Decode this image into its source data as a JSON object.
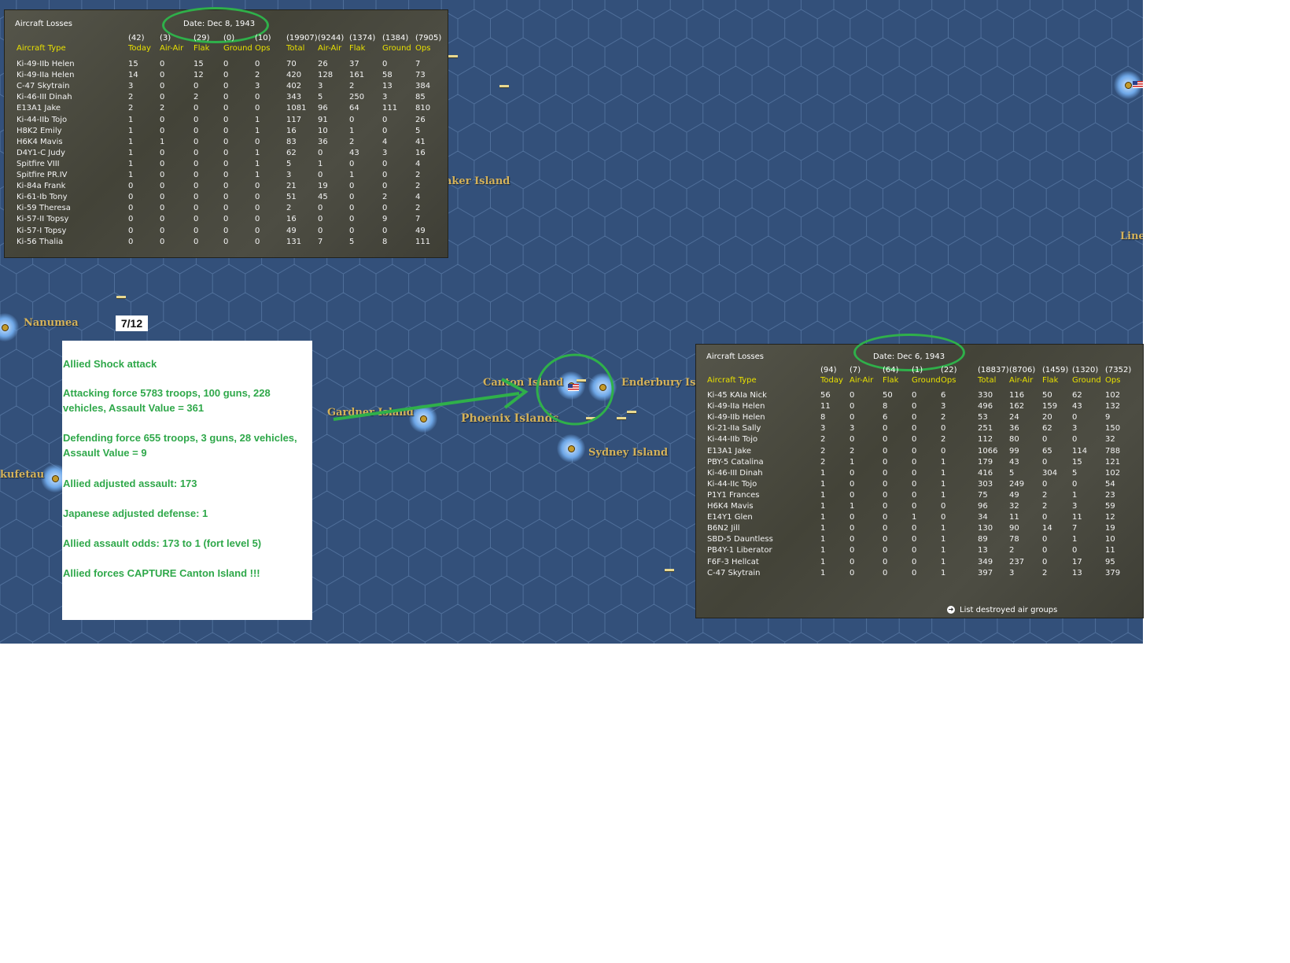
{
  "turn_label": "7/12",
  "map": {
    "locations": [
      {
        "key": "baker",
        "label": "aker Island"
      },
      {
        "key": "line",
        "label": "Line"
      },
      {
        "key": "nanumea",
        "label": "Nanumea"
      },
      {
        "key": "kufetau",
        "label": "kufetau"
      },
      {
        "key": "canton",
        "label": "Canton Island"
      },
      {
        "key": "enderbury",
        "label": "Enderbury Isla"
      },
      {
        "key": "gardner",
        "label": "Gardner Island"
      },
      {
        "key": "phoenix",
        "label": "Phoenix Islands"
      },
      {
        "key": "sydney",
        "label": "Sydney Island"
      }
    ]
  },
  "note": {
    "lines": [
      "Allied Shock attack",
      "Attacking force 5783 troops, 100 guns, 228 vehicles, Assault Value = 361",
      "Defending force 655 troops, 3 guns, 28 vehicles, Assault Value = 9",
      "Allied adjusted assault: 173",
      "Japanese adjusted defense: 1",
      "Allied assault odds: 173 to 1 (fort level 5)",
      "Allied forces CAPTURE Canton Island !!!"
    ]
  },
  "panel_top": {
    "title": "Aircraft Losses",
    "date": "Date: Dec 8, 1943",
    "totals": [
      "(42)",
      "(3)",
      "(29)",
      "(0)",
      "(10)",
      "(19907)",
      "(9244)",
      "(1374)",
      "(1384)",
      "(7905)"
    ],
    "columns": [
      "Aircraft Type",
      "Today",
      "Air-Air",
      "Flak",
      "Ground",
      "Ops",
      "Total",
      "Air-Air",
      "Flak",
      "Ground",
      "Ops"
    ],
    "rows": [
      [
        "Ki-49-IIb Helen",
        "15",
        "0",
        "15",
        "0",
        "0",
        "70",
        "26",
        "37",
        "0",
        "7"
      ],
      [
        "Ki-49-IIa Helen",
        "14",
        "0",
        "12",
        "0",
        "2",
        "420",
        "128",
        "161",
        "58",
        "73"
      ],
      [
        "C-47 Skytrain",
        "3",
        "0",
        "0",
        "0",
        "3",
        "402",
        "3",
        "2",
        "13",
        "384"
      ],
      [
        "Ki-46-III Dinah",
        "2",
        "0",
        "2",
        "0",
        "0",
        "343",
        "5",
        "250",
        "3",
        "85"
      ],
      [
        "E13A1 Jake",
        "2",
        "2",
        "0",
        "0",
        "0",
        "1081",
        "96",
        "64",
        "111",
        "810"
      ],
      [
        "Ki-44-IIb Tojo",
        "1",
        "0",
        "0",
        "0",
        "1",
        "117",
        "91",
        "0",
        "0",
        "26"
      ],
      [
        "H8K2 Emily",
        "1",
        "0",
        "0",
        "0",
        "1",
        "16",
        "10",
        "1",
        "0",
        "5"
      ],
      [
        "H6K4 Mavis",
        "1",
        "1",
        "0",
        "0",
        "0",
        "83",
        "36",
        "2",
        "4",
        "41"
      ],
      [
        "D4Y1-C Judy",
        "1",
        "0",
        "0",
        "0",
        "1",
        "62",
        "0",
        "43",
        "3",
        "16"
      ],
      [
        "Spitfire VIII",
        "1",
        "0",
        "0",
        "0",
        "1",
        "5",
        "1",
        "0",
        "0",
        "4"
      ],
      [
        "Spitfire PR.IV",
        "1",
        "0",
        "0",
        "0",
        "1",
        "3",
        "0",
        "1",
        "0",
        "2"
      ],
      [
        "Ki-84a Frank",
        "0",
        "0",
        "0",
        "0",
        "0",
        "21",
        "19",
        "0",
        "0",
        "2"
      ],
      [
        "Ki-61-Ib Tony",
        "0",
        "0",
        "0",
        "0",
        "0",
        "51",
        "45",
        "0",
        "2",
        "4"
      ],
      [
        "Ki-59 Theresa",
        "0",
        "0",
        "0",
        "0",
        "0",
        "2",
        "0",
        "0",
        "0",
        "2"
      ],
      [
        "Ki-57-II Topsy",
        "0",
        "0",
        "0",
        "0",
        "0",
        "16",
        "0",
        "0",
        "9",
        "7"
      ],
      [
        "Ki-57-I Topsy",
        "0",
        "0",
        "0",
        "0",
        "0",
        "49",
        "0",
        "0",
        "0",
        "49"
      ],
      [
        "Ki-56 Thalia",
        "0",
        "0",
        "0",
        "0",
        "0",
        "131",
        "7",
        "5",
        "8",
        "111"
      ]
    ]
  },
  "panel_bottom": {
    "title": "Aircraft Losses",
    "date": "Date: Dec 6, 1943",
    "totals": [
      "(94)",
      "(7)",
      "(64)",
      "(1)",
      "(22)",
      "(18837)",
      "(8706)",
      "(1459)",
      "(1320)",
      "(7352)"
    ],
    "columns": [
      "Aircraft Type",
      "Today",
      "Air-Air",
      "Flak",
      "Ground",
      "Ops",
      "Total",
      "Air-Air",
      "Flak",
      "Ground",
      "Ops"
    ],
    "rows": [
      [
        "Ki-45 KAIa Nick",
        "56",
        "0",
        "50",
        "0",
        "6",
        "330",
        "116",
        "50",
        "62",
        "102"
      ],
      [
        "Ki-49-IIa Helen",
        "11",
        "0",
        "8",
        "0",
        "3",
        "496",
        "162",
        "159",
        "43",
        "132"
      ],
      [
        "Ki-49-IIb Helen",
        "8",
        "0",
        "6",
        "0",
        "2",
        "53",
        "24",
        "20",
        "0",
        "9"
      ],
      [
        "Ki-21-IIa Sally",
        "3",
        "3",
        "0",
        "0",
        "0",
        "251",
        "36",
        "62",
        "3",
        "150"
      ],
      [
        "Ki-44-IIb Tojo",
        "2",
        "0",
        "0",
        "0",
        "2",
        "112",
        "80",
        "0",
        "0",
        "32"
      ],
      [
        "E13A1 Jake",
        "2",
        "2",
        "0",
        "0",
        "0",
        "1066",
        "99",
        "65",
        "114",
        "788"
      ],
      [
        "PBY-5 Catalina",
        "2",
        "1",
        "0",
        "0",
        "1",
        "179",
        "43",
        "0",
        "15",
        "121"
      ],
      [
        "Ki-46-III Dinah",
        "1",
        "0",
        "0",
        "0",
        "1",
        "416",
        "5",
        "304",
        "5",
        "102"
      ],
      [
        "Ki-44-IIc Tojo",
        "1",
        "0",
        "0",
        "0",
        "1",
        "303",
        "249",
        "0",
        "0",
        "54"
      ],
      [
        "P1Y1 Frances",
        "1",
        "0",
        "0",
        "0",
        "1",
        "75",
        "49",
        "2",
        "1",
        "23"
      ],
      [
        "H6K4 Mavis",
        "1",
        "1",
        "0",
        "0",
        "0",
        "96",
        "32",
        "2",
        "3",
        "59"
      ],
      [
        "E14Y1 Glen",
        "1",
        "0",
        "0",
        "1",
        "0",
        "34",
        "11",
        "0",
        "11",
        "12"
      ],
      [
        "B6N2 Jill",
        "1",
        "0",
        "0",
        "0",
        "1",
        "130",
        "90",
        "14",
        "7",
        "19"
      ],
      [
        "SBD-5 Dauntless",
        "1",
        "0",
        "0",
        "0",
        "1",
        "89",
        "78",
        "0",
        "1",
        "10"
      ],
      [
        "PB4Y-1 Liberator",
        "1",
        "0",
        "0",
        "0",
        "1",
        "13",
        "2",
        "0",
        "0",
        "11"
      ],
      [
        "F6F-3 Hellcat",
        "1",
        "0",
        "0",
        "0",
        "1",
        "349",
        "237",
        "0",
        "17",
        "95"
      ],
      [
        "C-47 Skytrain",
        "1",
        "0",
        "0",
        "0",
        "1",
        "397",
        "3",
        "2",
        "13",
        "379"
      ]
    ],
    "footer_link": "List destroyed air groups"
  },
  "colors": {
    "ocean": "#33507a",
    "label_gold": "#d4b25a",
    "header_yellow": "#e8e000",
    "annotation_green": "#2fb04a"
  }
}
